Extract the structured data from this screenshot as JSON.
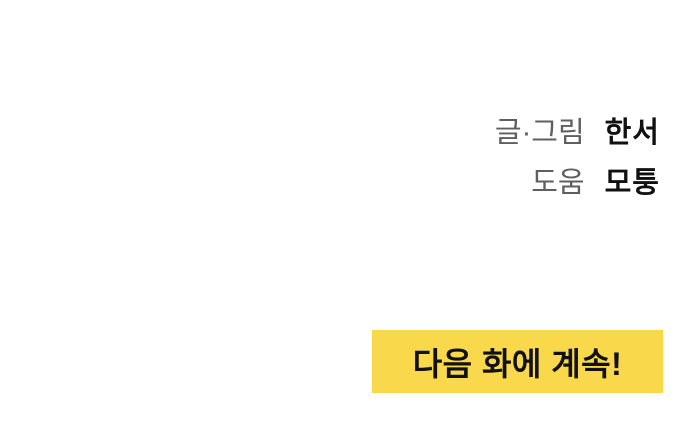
{
  "credits": {
    "writer": {
      "label": "글·그림",
      "name": "한서"
    },
    "helper": {
      "label": "도움",
      "name": "모퉁"
    }
  },
  "continue_banner": {
    "text": "다음 화에 계속!",
    "background_color": "#f9d84c",
    "text_color": "#111111"
  },
  "colors": {
    "page_background": "#ffffff",
    "credit_label_text": "#5f5f5f",
    "credit_name_text": "#111111"
  }
}
